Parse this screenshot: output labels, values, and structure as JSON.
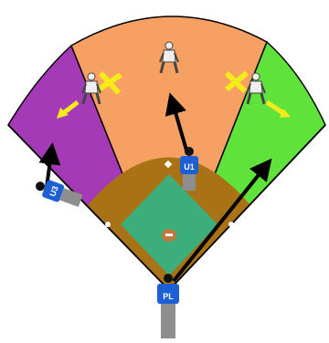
{
  "title": "",
  "colors": {
    "left_zone": "#a53ab6",
    "center_zone": "#f7a064",
    "right_zone": "#5fe23a",
    "infield_dirt": "#a97215",
    "infield_grass": "#3cae7c",
    "umpire_shirt": "#1d5fd4",
    "umpire_pants": "#8e8e8e",
    "arrow_black": "#000000",
    "arrow_yellow": "#f5ea1a"
  },
  "umpires": [
    {
      "label": "U1",
      "role": "first-base-umpire"
    },
    {
      "label": "U3",
      "role": "third-base-umpire"
    },
    {
      "label": "PL",
      "role": "plate-umpire"
    }
  ],
  "fielders": [
    {
      "name": "left-fielder",
      "movement": "coverage-arrow"
    },
    {
      "name": "center-fielder",
      "movement": "none"
    },
    {
      "name": "right-fielder",
      "movement": "coverage-arrow"
    }
  ]
}
